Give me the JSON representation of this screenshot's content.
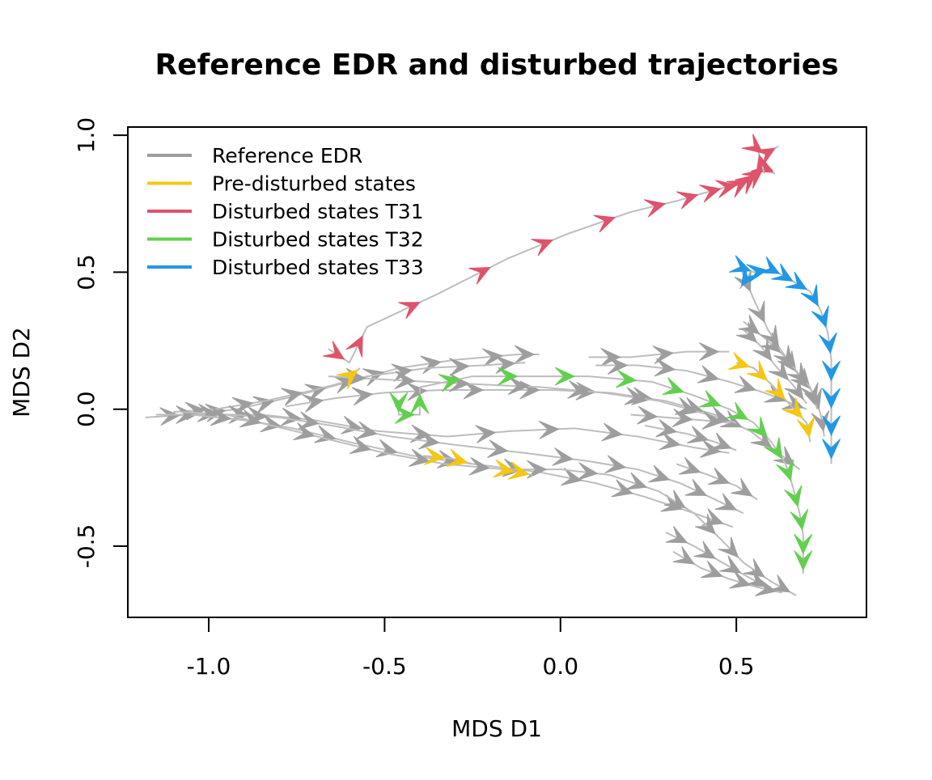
{
  "chart_data": {
    "type": "line",
    "title": "Reference EDR and disturbed trajectories",
    "xlabel": "MDS D1",
    "ylabel": "MDS D2",
    "xlim": [
      -1.23,
      0.87
    ],
    "ylim": [
      -0.76,
      1.03
    ],
    "xticks": [
      -1.0,
      -0.5,
      0.0,
      0.5
    ],
    "xtick_labels": [
      "-1.0",
      "-0.5",
      "0.0",
      "0.5"
    ],
    "yticks": [
      -0.5,
      0.0,
      0.5,
      1.0
    ],
    "ytick_labels": [
      "-0.5",
      "0.0",
      "0.5",
      "1.0"
    ],
    "grid": false,
    "legend_position": "top-left",
    "legend": [
      {
        "label": "Reference EDR",
        "color": "#9e9e9e"
      },
      {
        "label": "Pre-disturbed states",
        "color": "#f5c710"
      },
      {
        "label": "Disturbed states T31",
        "color": "#df536b"
      },
      {
        "label": "Disturbed states T32",
        "color": "#61d04f"
      },
      {
        "label": "Disturbed states T33",
        "color": "#2297e6"
      }
    ],
    "series": [
      {
        "group": "reference",
        "color": "#9e9e9e",
        "points": [
          [
            -1.18,
            -0.03
          ],
          [
            -1.05,
            -0.02
          ],
          [
            -0.92,
            0.0
          ],
          [
            -0.78,
            0.04
          ],
          [
            -0.63,
            0.09
          ],
          [
            -0.46,
            0.15
          ],
          [
            -0.3,
            0.18
          ],
          [
            -0.12,
            0.2
          ],
          [
            -0.06,
            0.2
          ]
        ]
      },
      {
        "group": "reference",
        "color": "#9e9e9e",
        "points": [
          [
            -1.1,
            -0.01
          ],
          [
            -0.98,
            0.0
          ],
          [
            -0.84,
            0.03
          ],
          [
            -0.7,
            0.07
          ],
          [
            -0.55,
            0.12
          ],
          [
            -0.38,
            0.15
          ],
          [
            -0.22,
            0.16
          ],
          [
            -0.1,
            0.17
          ]
        ]
      },
      {
        "group": "reference",
        "color": "#9e9e9e",
        "points": [
          [
            -1.15,
            -0.02
          ],
          [
            -1.0,
            -0.02
          ],
          [
            -0.85,
            -0.02
          ],
          [
            -0.7,
            -0.04
          ],
          [
            -0.52,
            -0.08
          ],
          [
            -0.32,
            -0.1
          ],
          [
            -0.14,
            -0.08
          ],
          [
            0.04,
            -0.07
          ],
          [
            0.22,
            -0.1
          ],
          [
            0.38,
            -0.14
          ],
          [
            0.48,
            -0.16
          ]
        ]
      },
      {
        "group": "reference",
        "color": "#9e9e9e",
        "points": [
          [
            -1.08,
            -0.01
          ],
          [
            -0.94,
            -0.02
          ],
          [
            -0.8,
            -0.03
          ],
          [
            -0.65,
            -0.06
          ],
          [
            -0.48,
            -0.1
          ],
          [
            -0.3,
            -0.13
          ],
          [
            -0.1,
            -0.16
          ],
          [
            0.08,
            -0.19
          ],
          [
            0.22,
            -0.22
          ],
          [
            0.34,
            -0.27
          ],
          [
            0.44,
            -0.33
          ],
          [
            0.52,
            -0.38
          ]
        ]
      },
      {
        "group": "reference",
        "color": "#9e9e9e",
        "points": [
          [
            -1.05,
            -0.02
          ],
          [
            -0.9,
            -0.04
          ],
          [
            -0.76,
            -0.07
          ],
          [
            -0.6,
            -0.12
          ],
          [
            -0.42,
            -0.17
          ],
          [
            -0.25,
            -0.2
          ],
          [
            -0.06,
            -0.23
          ],
          [
            0.1,
            -0.27
          ],
          [
            0.24,
            -0.32
          ],
          [
            0.38,
            -0.38
          ],
          [
            0.49,
            -0.43
          ]
        ]
      },
      {
        "group": "reference",
        "color": "#9e9e9e",
        "points": [
          [
            -0.95,
            -0.02
          ],
          [
            -0.82,
            -0.06
          ],
          [
            -0.66,
            -0.11
          ],
          [
            -0.5,
            -0.16
          ],
          [
            -0.33,
            -0.2
          ],
          [
            -0.16,
            -0.22
          ],
          [
            0.0,
            -0.22
          ],
          [
            0.14,
            -0.24
          ],
          [
            0.28,
            -0.3
          ],
          [
            0.38,
            -0.38
          ],
          [
            0.46,
            -0.48
          ],
          [
            0.52,
            -0.56
          ],
          [
            0.6,
            -0.63
          ],
          [
            0.67,
            -0.68
          ]
        ]
      },
      {
        "group": "reference",
        "color": "#9e9e9e",
        "points": [
          [
            0.3,
            -0.45
          ],
          [
            0.38,
            -0.5
          ],
          [
            0.46,
            -0.56
          ],
          [
            0.53,
            -0.61
          ],
          [
            0.6,
            -0.66
          ]
        ]
      },
      {
        "group": "reference",
        "color": "#9e9e9e",
        "points": [
          [
            0.32,
            -0.52
          ],
          [
            0.4,
            -0.58
          ],
          [
            0.48,
            -0.62
          ],
          [
            0.56,
            -0.65
          ],
          [
            0.63,
            -0.67
          ]
        ]
      },
      {
        "group": "reference",
        "color": "#9e9e9e",
        "points": [
          [
            -0.78,
            0.01
          ],
          [
            -0.64,
            0.04
          ],
          [
            -0.5,
            0.06
          ],
          [
            -0.34,
            0.07
          ],
          [
            -0.18,
            0.07
          ],
          [
            -0.02,
            0.07
          ],
          [
            0.14,
            0.06
          ],
          [
            0.3,
            0.03
          ],
          [
            0.44,
            -0.02
          ],
          [
            0.54,
            -0.08
          ],
          [
            0.62,
            -0.16
          ],
          [
            0.68,
            -0.22
          ]
        ]
      },
      {
        "group": "reference",
        "color": "#9e9e9e",
        "points": [
          [
            -0.66,
            0.12
          ],
          [
            -0.52,
            0.11
          ],
          [
            -0.38,
            0.1
          ],
          [
            -0.22,
            0.09
          ],
          [
            -0.05,
            0.08
          ],
          [
            0.12,
            0.06
          ],
          [
            0.28,
            0.03
          ],
          [
            0.42,
            -0.02
          ],
          [
            0.5,
            -0.05
          ]
        ]
      },
      {
        "group": "reference",
        "color": "#9e9e9e",
        "points": [
          [
            0.08,
            0.19
          ],
          [
            0.2,
            0.19
          ],
          [
            0.36,
            0.21
          ],
          [
            0.48,
            0.21
          ]
        ]
      },
      {
        "group": "reference",
        "color": "#9e9e9e",
        "points": [
          [
            0.1,
            0.16
          ],
          [
            0.22,
            0.16
          ],
          [
            0.36,
            0.14
          ],
          [
            0.48,
            0.1
          ],
          [
            0.58,
            0.06
          ],
          [
            0.66,
            0.02
          ],
          [
            0.7,
            0.0
          ]
        ]
      },
      {
        "group": "reference",
        "color": "#9e9e9e",
        "points": [
          [
            0.2,
            -0.02
          ],
          [
            0.3,
            -0.03
          ],
          [
            0.4,
            -0.04
          ],
          [
            0.48,
            -0.05
          ]
        ]
      },
      {
        "group": "reference",
        "color": "#9e9e9e",
        "points": [
          [
            0.24,
            -0.06
          ],
          [
            0.36,
            -0.09
          ],
          [
            0.44,
            -0.12
          ],
          [
            0.5,
            -0.15
          ]
        ]
      },
      {
        "group": "reference",
        "color": "#9e9e9e",
        "points": [
          [
            0.33,
            -0.2
          ],
          [
            0.42,
            -0.24
          ],
          [
            0.5,
            -0.28
          ],
          [
            0.56,
            -0.33
          ]
        ]
      },
      {
        "group": "reference",
        "color": "#9e9e9e",
        "points": [
          [
            0.52,
            0.32
          ],
          [
            0.58,
            0.26
          ],
          [
            0.64,
            0.19
          ],
          [
            0.68,
            0.12
          ],
          [
            0.72,
            0.06
          ],
          [
            0.74,
            -0.02
          ],
          [
            0.75,
            -0.1
          ]
        ]
      },
      {
        "group": "reference",
        "color": "#9e9e9e",
        "points": [
          [
            0.51,
            0.52
          ],
          [
            0.55,
            0.4
          ],
          [
            0.59,
            0.29
          ],
          [
            0.63,
            0.21
          ],
          [
            0.67,
            0.14
          ],
          [
            0.71,
            0.08
          ],
          [
            0.73,
            0.0
          ]
        ]
      },
      {
        "group": "reference",
        "color": "#9e9e9e",
        "points": [
          [
            0.52,
            0.29
          ],
          [
            0.57,
            0.23
          ],
          [
            0.61,
            0.16
          ],
          [
            0.66,
            0.09
          ],
          [
            0.7,
            0.02
          ]
        ]
      },
      {
        "group": "pre",
        "color": "#f5c710",
        "points": [
          [
            0.5,
            0.17
          ],
          [
            0.55,
            0.15
          ],
          [
            0.6,
            0.09
          ],
          [
            0.65,
            0.02
          ],
          [
            0.7,
            -0.05
          ],
          [
            0.71,
            -0.12
          ]
        ]
      },
      {
        "group": "pre",
        "color": "#f5c710",
        "points": [
          [
            -0.6,
            0.12
          ],
          [
            -0.57,
            0.15
          ]
        ]
      },
      {
        "group": "pre",
        "color": "#f5c710",
        "points": [
          [
            -0.39,
            -0.17
          ],
          [
            -0.31,
            -0.18
          ],
          [
            -0.25,
            -0.2
          ]
        ]
      },
      {
        "group": "pre",
        "color": "#f5c710",
        "points": [
          [
            -0.17,
            -0.22
          ],
          [
            -0.12,
            -0.23
          ],
          [
            -0.08,
            -0.24
          ]
        ]
      },
      {
        "group": "T31",
        "color": "#df536b",
        "points": [
          [
            -0.66,
            0.22
          ],
          [
            -0.6,
            0.17
          ],
          [
            -0.55,
            0.3
          ],
          [
            -0.35,
            0.42
          ],
          [
            -0.15,
            0.55
          ],
          [
            0.02,
            0.64
          ],
          [
            0.2,
            0.72
          ],
          [
            0.33,
            0.76
          ],
          [
            0.41,
            0.79
          ],
          [
            0.47,
            0.81
          ],
          [
            0.51,
            0.82
          ],
          [
            0.54,
            0.84
          ],
          [
            0.56,
            0.86
          ],
          [
            0.58,
            0.88
          ],
          [
            0.61,
            0.86
          ]
        ]
      },
      {
        "group": "T31",
        "color": "#df536b",
        "points": [
          [
            0.58,
            0.86
          ],
          [
            0.56,
            0.95
          ],
          [
            0.58,
            0.93
          ],
          [
            0.62,
            0.96
          ]
        ]
      },
      {
        "group": "T32",
        "color": "#61d04f",
        "points": [
          [
            -0.46,
            0.02
          ],
          [
            -0.46,
            -0.02
          ],
          [
            -0.4,
            -0.02
          ],
          [
            -0.4,
            0.08
          ],
          [
            -0.25,
            0.12
          ],
          [
            -0.08,
            0.12
          ],
          [
            0.08,
            0.12
          ],
          [
            0.26,
            0.1
          ],
          [
            0.38,
            0.05
          ],
          [
            0.48,
            0.0
          ],
          [
            0.55,
            -0.05
          ],
          [
            0.6,
            -0.12
          ],
          [
            0.64,
            -0.2
          ],
          [
            0.66,
            -0.28
          ],
          [
            0.68,
            -0.38
          ],
          [
            0.69,
            -0.46
          ],
          [
            0.69,
            -0.55
          ],
          [
            0.69,
            -0.6
          ]
        ]
      },
      {
        "group": "T33",
        "color": "#2297e6",
        "points": [
          [
            0.51,
            0.52
          ],
          [
            0.55,
            0.5
          ],
          [
            0.6,
            0.51
          ],
          [
            0.63,
            0.49
          ],
          [
            0.67,
            0.46
          ],
          [
            0.71,
            0.43
          ],
          [
            0.74,
            0.36
          ],
          [
            0.76,
            0.28
          ],
          [
            0.77,
            0.18
          ],
          [
            0.77,
            0.08
          ],
          [
            0.77,
            -0.02
          ],
          [
            0.77,
            -0.12
          ],
          [
            0.77,
            -0.2
          ]
        ]
      },
      {
        "group": "T33",
        "color": "#2297e6",
        "points": [
          [
            0.53,
            0.48
          ],
          [
            0.51,
            0.44
          ]
        ]
      }
    ]
  }
}
